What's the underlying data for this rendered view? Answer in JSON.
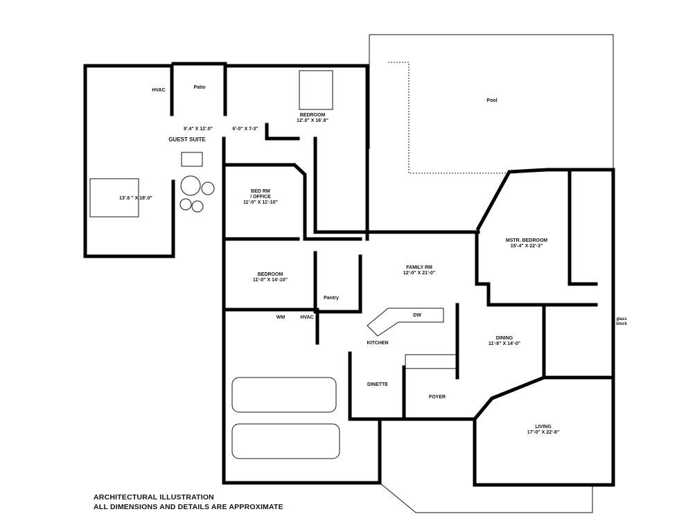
{
  "plan": {
    "pool": "Pool",
    "hvac_guest": "HVAC",
    "patio": "Patio",
    "guest_dim1": "9'.4\" X 12'.0\"",
    "guest_dim2": "6'-0\" X 7-3\"",
    "guest_suite": "GUEST SUITE",
    "guest_bedroom_dim": "13'.6 \" X 18'.0\"",
    "bedroom1_name": "BEDROOM",
    "bedroom1_dim": "12'.0\" X 16'.8\"",
    "office_name1": "BED RM",
    "office_name2": "/ OFFICE",
    "office_dim": "11'-0\" X 11'-10\"",
    "bedroom2_name": "BEDROOM",
    "bedroom2_dim": "11'-0\" X 14'-10\"",
    "pantry": "Pantry",
    "wm": "WM",
    "hvac_laundry": "HVAC",
    "family_name": "FAMILY RM",
    "family_dim": "12'-0\" X 21'-0\"",
    "master_name": "MSTR. BEDROOM",
    "master_dim": "15'-4\" X 22'-3\"",
    "kitchen": "KITCHEN",
    "dw": "DW",
    "dining_name": "DINING",
    "dining_dim": "11'-8\" X 14'-0\"",
    "dinette": "DINETTE",
    "foyer": "FOYER",
    "living_name": "LIVING",
    "living_dim": "17'-0\" X 22'-8\"",
    "glass_block1": "glass",
    "glass_block2": "block"
  },
  "caption": {
    "line1": "ARCHITECTURAL ILLUSTRATION",
    "line2": "ALL DIMENSIONS AND DETAILS ARE APPROXIMATE"
  }
}
